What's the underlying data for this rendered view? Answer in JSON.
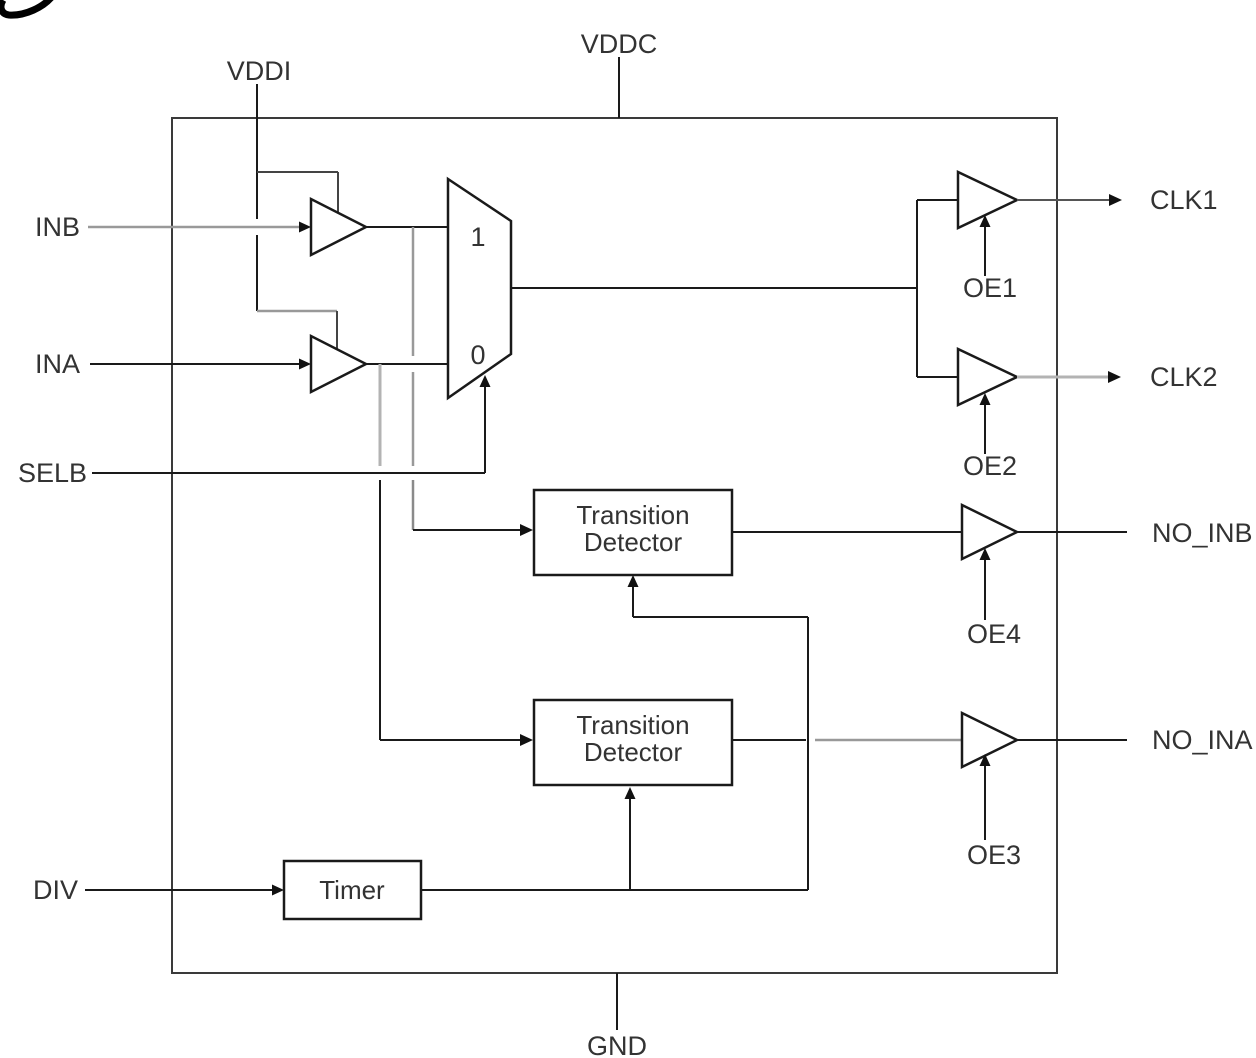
{
  "diagram": {
    "ports": {
      "top": [
        {
          "label": "VDDI"
        },
        {
          "label": "VDDC"
        }
      ],
      "bottom": [
        {
          "label": "GND"
        }
      ],
      "left": [
        {
          "label": "INB"
        },
        {
          "label": "INA"
        },
        {
          "label": "SELB"
        },
        {
          "label": "DIV"
        }
      ],
      "right": [
        {
          "label": "CLK1"
        },
        {
          "label": "CLK2"
        },
        {
          "label": "NO_INB"
        },
        {
          "label": "NO_INA"
        }
      ]
    },
    "mux": {
      "input_1": "1",
      "input_0": "0"
    },
    "detectors": {
      "top": {
        "line1": "Transition",
        "line2": "Detector"
      },
      "bottom": {
        "line1": "Transition",
        "line2": "Detector"
      }
    },
    "timer": {
      "label": "Timer"
    },
    "enables": {
      "oe1": "OE1",
      "oe2": "OE2",
      "oe3": "OE3",
      "oe4": "OE4"
    },
    "colors": {
      "background": "#ffffff",
      "wire_black": "#1a1a1a",
      "wire_gray": "#999999",
      "wire_light_gray": "#b3b3b3",
      "chip_border": "#3a3a3a",
      "text": "#333333"
    }
  }
}
